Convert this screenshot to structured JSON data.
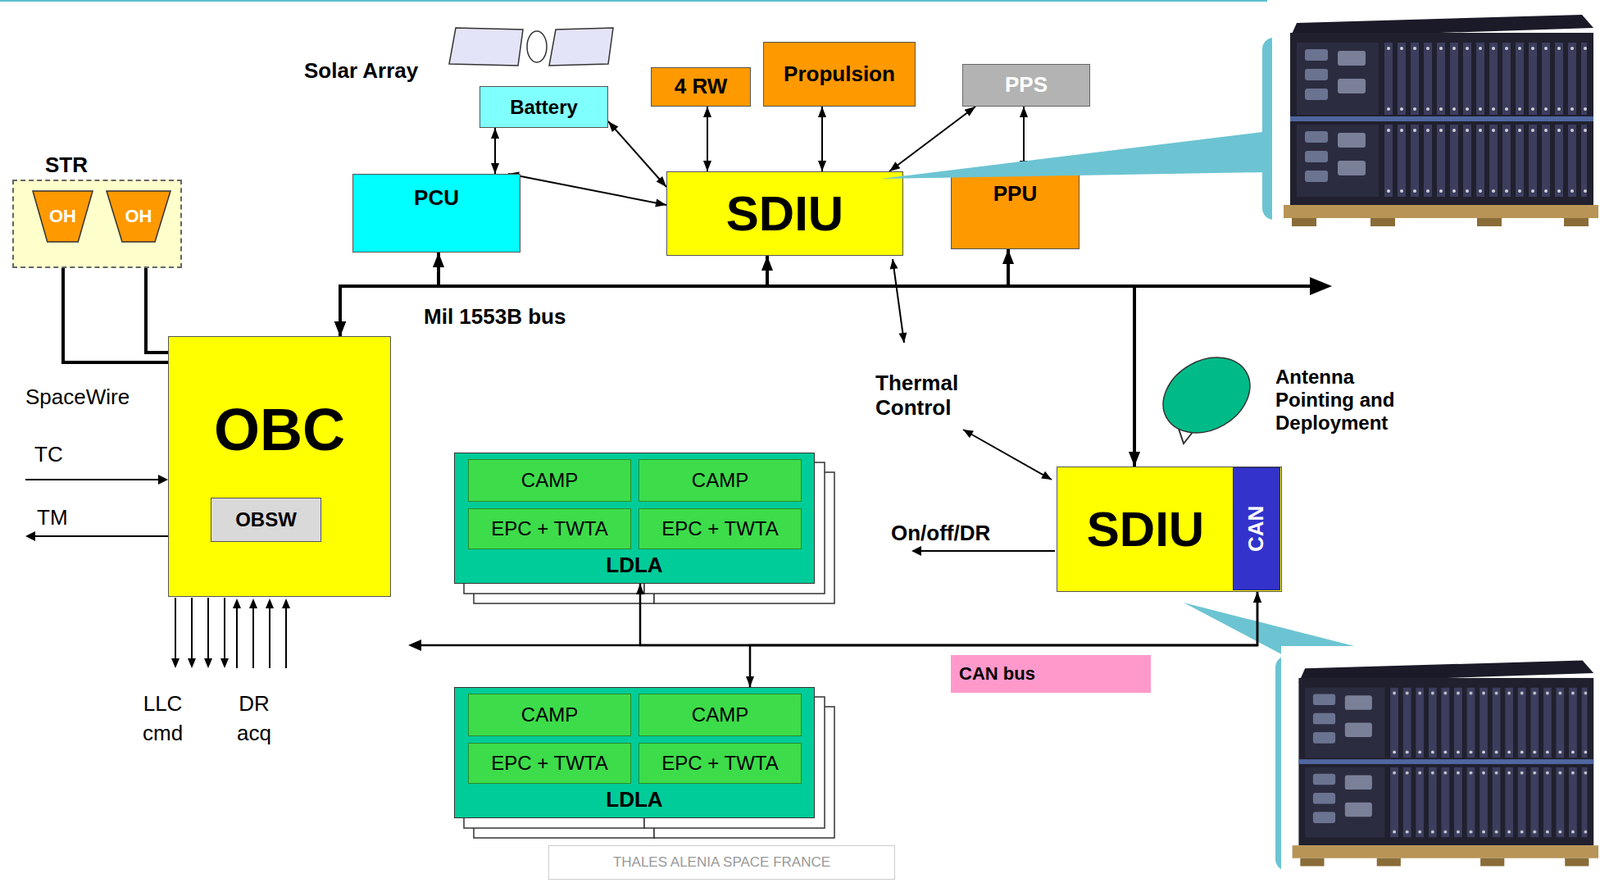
{
  "diagram": {
    "nodes": [
      {
        "text": [
          "Battery"
        ]
      },
      {
        "text": [
          "4 RW"
        ]
      },
      {
        "text": [
          "Propulsion"
        ]
      },
      {
        "text": [
          "PPS"
        ]
      },
      {
        "text": [
          "PCU"
        ]
      },
      {
        "text": [
          "SDIU"
        ]
      },
      {
        "text": [
          "PPU"
        ]
      },
      {
        "text": [
          "STR"
        ]
      },
      {
        "text": [
          "OH"
        ],
        "in": 7
      },
      {
        "text": [
          "OH"
        ],
        "in": 7
      },
      {
        "text": [
          "OBC"
        ]
      },
      {
        "text": [
          "OBSW"
        ],
        "in": 10
      },
      {
        "text": [
          "LDLA"
        ]
      },
      {
        "text": [
          "CAMP"
        ],
        "in": 12
      },
      {
        "text": [
          "CAMP"
        ],
        "in": 12
      },
      {
        "text": [
          "EPC + TWTA"
        ],
        "in": 12
      },
      {
        "text": [
          "EPC + TWTA"
        ],
        "in": 12
      },
      {
        "text": [
          "SDIU"
        ]
      },
      {
        "text": [
          "CAN"
        ],
        "in": 17
      },
      {
        "text": [
          "CAN bus"
        ]
      },
      {
        "text": [
          "LDLA"
        ]
      },
      {
        "text": [
          "CAMP"
        ],
        "in": 20
      },
      {
        "text": [
          "CAMP"
        ],
        "in": 20
      },
      {
        "text": [
          "EPC + TWTA"
        ],
        "in": 20
      },
      {
        "text": [
          "EPC + TWTA"
        ],
        "in": 20
      },
      {
        "text": [
          "THALES ALENIA SPACE FRANCE"
        ]
      }
    ],
    "edges": [
      {
        "from": 0,
        "to": 4,
        "arrow": "both"
      },
      {
        "from": 0,
        "to": 5,
        "arrow": "both"
      },
      {
        "from": 4,
        "to": 5,
        "arrow": "both"
      },
      {
        "from": 1,
        "to": 5,
        "arrow": "both"
      },
      {
        "from": 2,
        "to": 5,
        "arrow": "both"
      },
      {
        "from": 5,
        "to": 3,
        "arrow": "both"
      },
      {
        "from": 3,
        "to": 6,
        "arrow": "both"
      },
      {
        "from": 8,
        "to": 10,
        "arrow": "none"
      },
      {
        "from": 9,
        "to": 10,
        "arrow": "none"
      },
      {
        "from": 4,
        "to": 10,
        "arrow": "both"
      },
      {
        "from": 5,
        "to": 10,
        "arrow": "both"
      },
      {
        "from": 6,
        "to": 10,
        "arrow": "both"
      },
      {
        "from": 17,
        "to": 10,
        "arrow": "both"
      },
      {
        "from": 17,
        "to": 12,
        "arrow": "both"
      },
      {
        "from": 17,
        "to": 20,
        "arrow": "both"
      }
    ],
    "labels": [
      "Solar Array",
      "Mil 1553B bus",
      "SpaceWire",
      "TC",
      "TM",
      "LLC cmd",
      "DR acq",
      "Thermal Control",
      "Antenna Pointing and Deployment",
      "On/off/DR"
    ]
  }
}
